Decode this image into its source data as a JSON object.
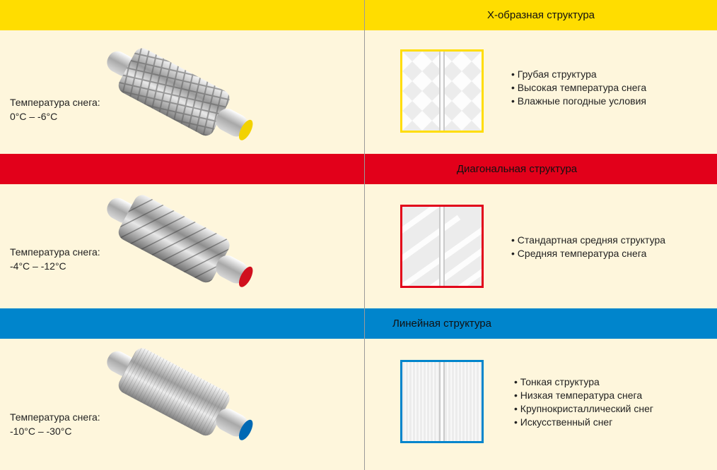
{
  "sections": [
    {
      "title": "X-образная структура",
      "temp_label": "Температура снега:",
      "temp_range": "0°C – -6°C",
      "bullets": [
        "Грубая структура",
        "Высокая температура снега",
        "Влажные погодные условия"
      ],
      "color": "#ffdd00"
    },
    {
      "title": "Диагональная структура",
      "temp_label": "Температура снега:",
      "temp_range": "-4°C – -12°C",
      "bullets": [
        "Стандартная средняя структура",
        "Средняя температура снега"
      ],
      "color": "#e2001a"
    },
    {
      "title": "Линейная структура",
      "temp_label": "Температура снега:",
      "temp_range": "-10°C – -30°C",
      "bullets": [
        "Тонкая структура",
        "Низкая температура снега",
        "Крупнокристаллический снег",
        "Искусственный снег"
      ],
      "color": "#0085cc"
    }
  ]
}
